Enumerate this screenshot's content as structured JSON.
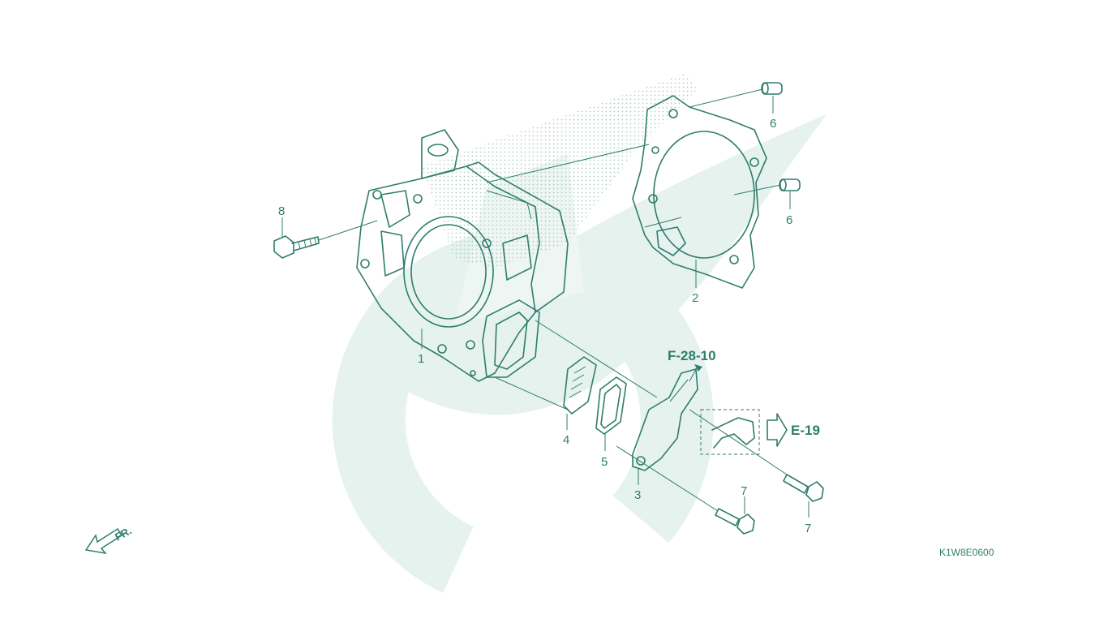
{
  "diagram": {
    "colors": {
      "line": "#2f7d6b",
      "watermark": "#e6f2ee",
      "dots": "#9cc4b7",
      "background": "#ffffff"
    },
    "callouts": [
      {
        "id": "callout-1",
        "text": "1"
      },
      {
        "id": "callout-2",
        "text": "2"
      },
      {
        "id": "callout-3",
        "text": "3"
      },
      {
        "id": "callout-4",
        "text": "4"
      },
      {
        "id": "callout-5",
        "text": "5"
      },
      {
        "id": "callout-6a",
        "text": "6"
      },
      {
        "id": "callout-6b",
        "text": "6"
      },
      {
        "id": "callout-7a",
        "text": "7"
      },
      {
        "id": "callout-7b",
        "text": "7"
      },
      {
        "id": "callout-8",
        "text": "8"
      }
    ],
    "references": {
      "upper": "F-28-10",
      "side": "E-19"
    },
    "front_marker": "FR.",
    "diagram_code": "K1W8E0600"
  }
}
